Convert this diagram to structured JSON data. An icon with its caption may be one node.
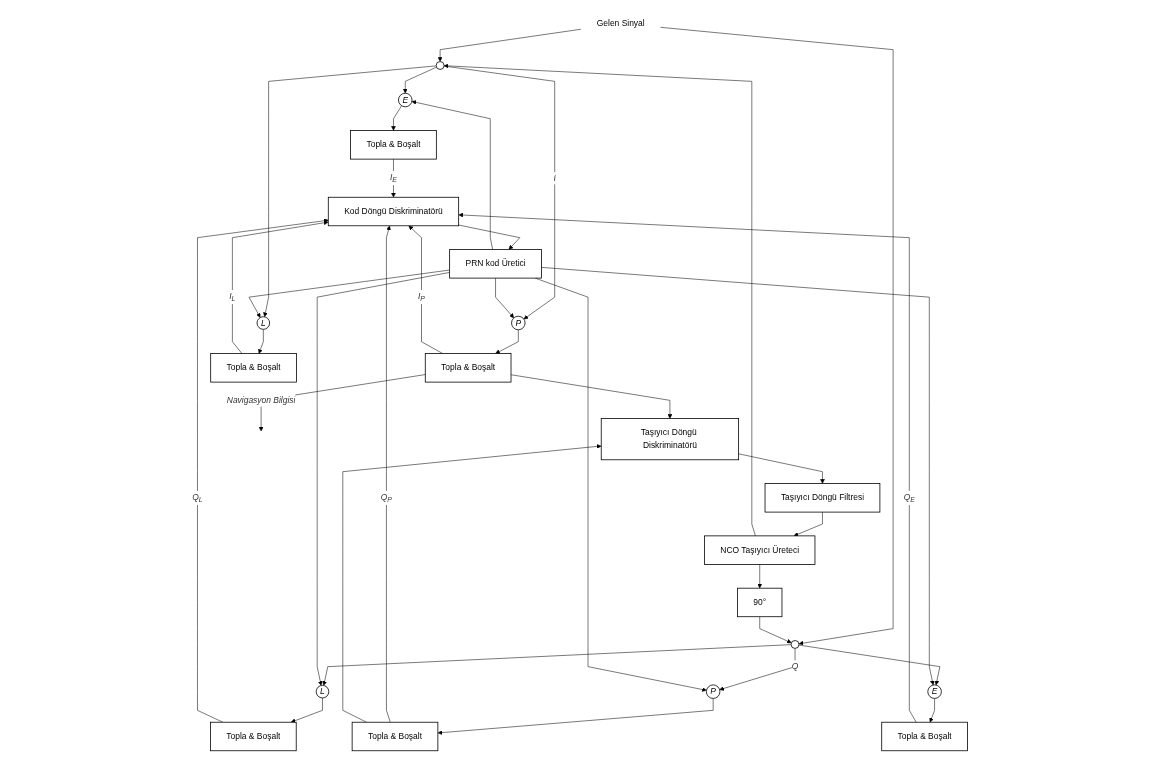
{
  "diagram": {
    "nodes": [
      {
        "text": [
          "Gelen Sinyal"
        ]
      },
      {
        "text": [],
        "shape": "circle"
      },
      {
        "text": [],
        "shape": "circle"
      },
      {
        "text": [
          "E"
        ]
      },
      {
        "text": [
          "P"
        ]
      },
      {
        "text": [
          "L"
        ]
      },
      {
        "text": [
          "L"
        ]
      },
      {
        "text": [
          "P"
        ]
      },
      {
        "text": [
          "E"
        ]
      },
      {
        "text": [
          "Topla & Boşalt"
        ]
      },
      {
        "text": [
          "Topla & Boşalt"
        ]
      },
      {
        "text": [
          "Topla & Boşalt"
        ]
      },
      {
        "text": [
          "PRN kod Üretici"
        ]
      },
      {
        "text": [
          "Kod Döngü Diskriminatörü"
        ]
      },
      {
        "text": [
          "Topla & Boşalt"
        ]
      },
      {
        "text": [
          "Topla & Boşalt"
        ]
      },
      {
        "text": [
          "Topla & Boşalt"
        ]
      },
      {
        "text": [
          "90°"
        ]
      },
      {
        "text": [
          "NCO Taşıyıcı Üreteci"
        ]
      },
      {
        "text": [
          "Taşıyıcı Döngü Filtresi"
        ]
      },
      {
        "text": [
          "Taşıyıcı Döngü Diskriminatörü"
        ]
      }
    ],
    "edges": [
      {
        "from": 0,
        "to": 1,
        "arrow": "to"
      },
      {
        "from": 0,
        "to": 2,
        "arrow": "to"
      },
      {
        "from": 18,
        "to": 1,
        "arrow": "to"
      },
      {
        "from": 18,
        "to": 17,
        "arrow": "to"
      },
      {
        "from": 17,
        "to": 2,
        "arrow": "to"
      },
      {
        "from": 1,
        "to": 3,
        "arrow": "to"
      },
      {
        "from": 1,
        "to": 4,
        "arrow": "to",
        "label": "I"
      },
      {
        "from": 1,
        "to": 5,
        "arrow": "to"
      },
      {
        "from": 2,
        "to": 6,
        "arrow": "to"
      },
      {
        "from": 2,
        "to": 7,
        "arrow": "to",
        "label": "Q"
      },
      {
        "from": 2,
        "to": 8,
        "arrow": "to"
      },
      {
        "from": 12,
        "to": 3,
        "arrow": "to"
      },
      {
        "from": 12,
        "to": 4,
        "arrow": "to"
      },
      {
        "from": 12,
        "to": 5,
        "arrow": "to"
      },
      {
        "from": 12,
        "to": 6,
        "arrow": "to"
      },
      {
        "from": 12,
        "to": 7,
        "arrow": "to"
      },
      {
        "from": 12,
        "to": 8,
        "arrow": "to"
      },
      {
        "from": 3,
        "to": 9,
        "arrow": "to"
      },
      {
        "from": 4,
        "to": 10,
        "arrow": "to"
      },
      {
        "from": 5,
        "to": 11,
        "arrow": "to"
      },
      {
        "from": 6,
        "to": 14,
        "arrow": "to"
      },
      {
        "from": 7,
        "to": 15,
        "arrow": "to"
      },
      {
        "from": 8,
        "to": 16,
        "arrow": "to"
      },
      {
        "from": 9,
        "to": 13,
        "arrow": "to",
        "label": "I$_{E}$"
      },
      {
        "from": 10,
        "to": 13,
        "arrow": "to",
        "label": "I$_{P}$"
      },
      {
        "from": 11,
        "to": 13,
        "arrow": "to",
        "label": "I$_{L}$"
      },
      {
        "from": 14,
        "to": 13,
        "arrow": "to",
        "label": "Q$_{L}$"
      },
      {
        "from": 15,
        "to": 13,
        "arrow": "to",
        "label": "Q$_{P}$"
      },
      {
        "from": 16,
        "to": 13,
        "arrow": "to",
        "label": "Q$_{E}$"
      },
      {
        "from": 13,
        "to": 12,
        "arrow": "to"
      },
      {
        "from": 10,
        "to": null,
        "arrow": "to",
        "label": "Navigasyon Bilgisi"
      },
      {
        "from": 10,
        "to": 20,
        "arrow": "to"
      },
      {
        "from": 15,
        "to": 20,
        "arrow": "to"
      },
      {
        "from": 20,
        "to": 19,
        "arrow": "to"
      },
      {
        "from": 19,
        "to": 18,
        "arrow": "to"
      }
    ]
  }
}
